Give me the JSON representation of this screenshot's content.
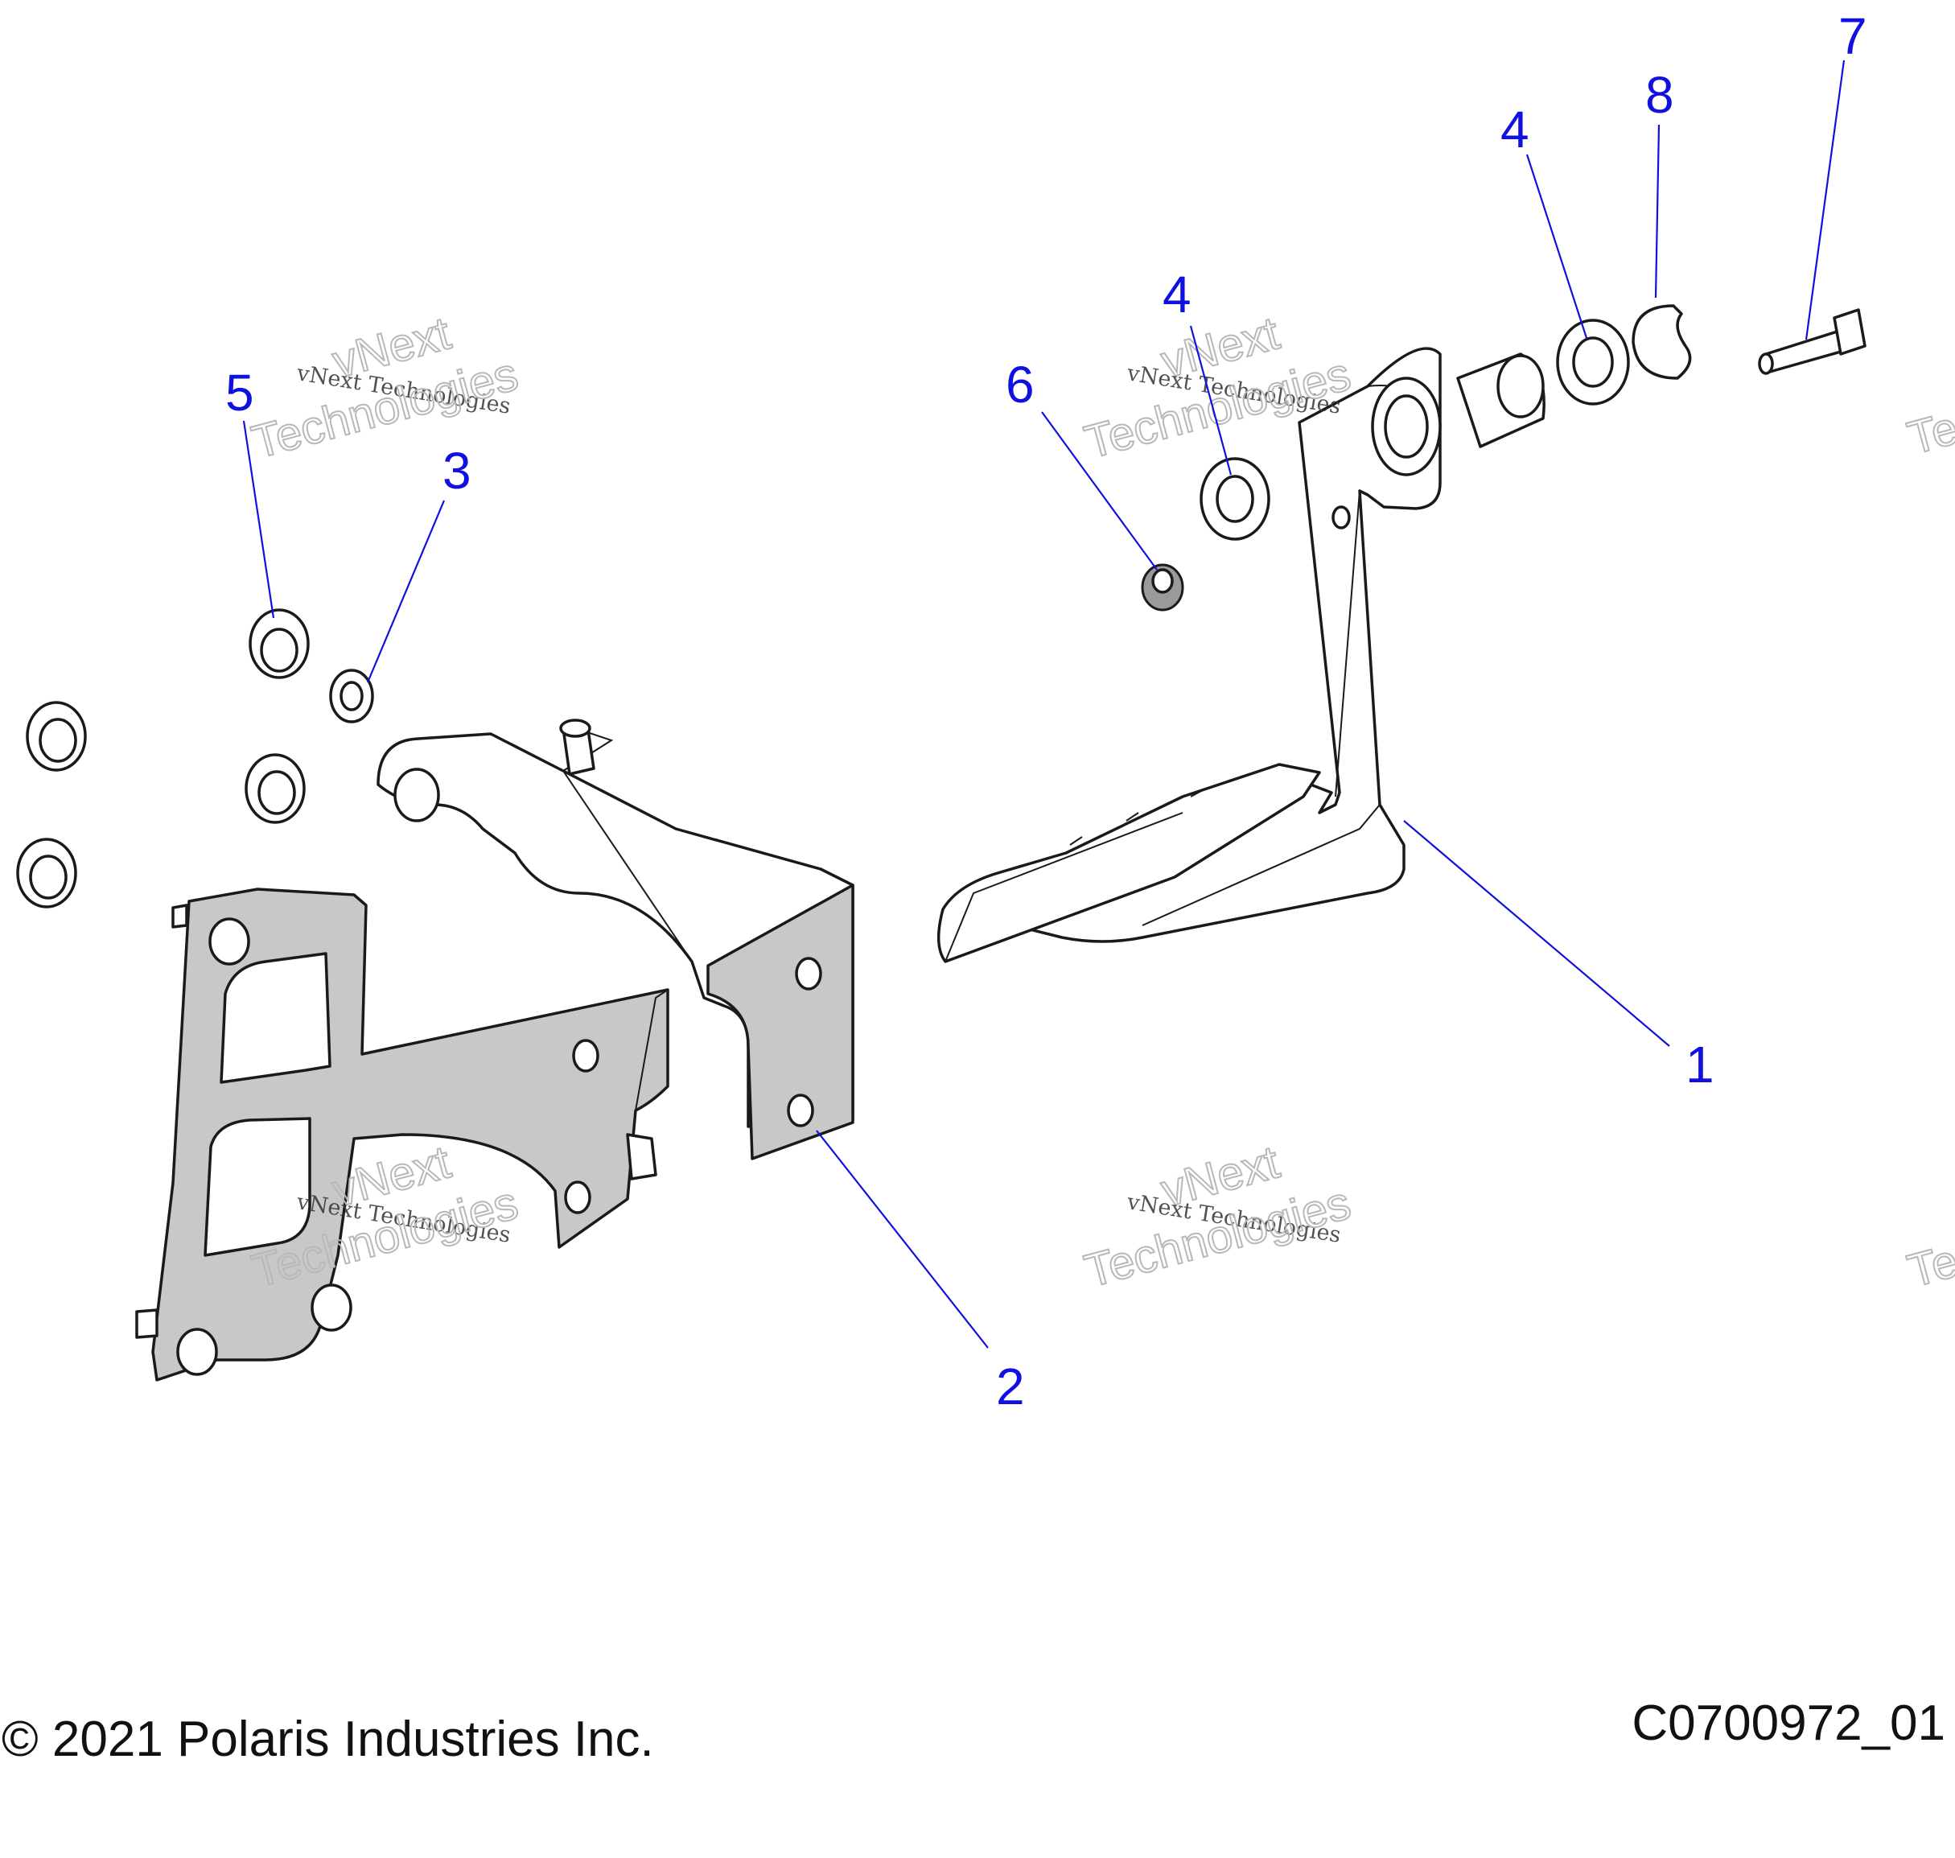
{
  "callouts": {
    "c1": "1",
    "c2": "2",
    "c3": "3",
    "c4a": "4",
    "c4b": "4",
    "c5": "5",
    "c6": "6",
    "c7": "7",
    "c8": "8"
  },
  "watermark": {
    "line_small": "vNext Technologies",
    "line_big_1": "vNext",
    "line_big_2": "Technologies",
    "edge_fragment": "Te"
  },
  "footer": {
    "copyright": "© 2021 Polaris Industries Inc.",
    "drawing_id": "C0700972_01"
  },
  "colors": {
    "callout": "#1010e0",
    "line": "#1a1a1a",
    "shade": "#c8c8c8"
  }
}
